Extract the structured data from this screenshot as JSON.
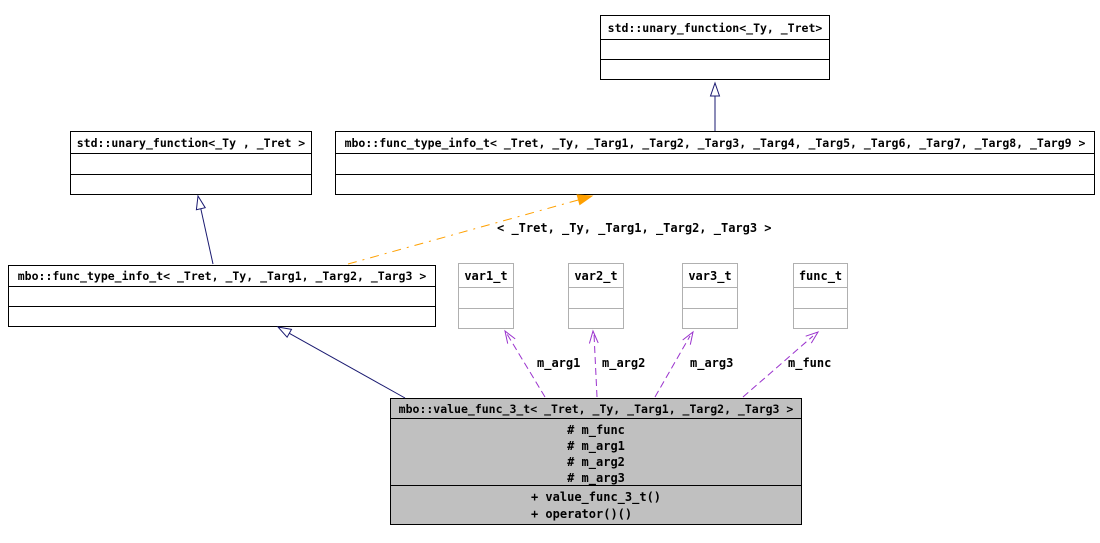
{
  "diagram": {
    "classes": {
      "std_unary_top": {
        "title": "std::unary_function<_Ty, _Tret>"
      },
      "std_unary_left": {
        "title": "std::unary_function<_Ty , _Tret >"
      },
      "func_type_info_full": {
        "title": "mbo::func_type_info_t< _Tret, _Ty, _Targ1, _Targ2, _Targ3, _Targ4, _Targ5, _Targ6, _Targ7, _Targ8, _Targ9 >"
      },
      "func_type_info_3": {
        "title": "mbo::func_type_info_t< _Tret, _Ty, _Targ1, _Targ2, _Targ3 >"
      },
      "var1": {
        "title": "var1_t"
      },
      "var2": {
        "title": "var2_t"
      },
      "var3": {
        "title": "var3_t"
      },
      "func": {
        "title": "func_t"
      },
      "value_func": {
        "title": "mbo::value_func_3_t< _Tret, _Ty, _Targ1, _Targ2, _Targ3 >",
        "fields": [
          "# m_func",
          "# m_arg1",
          "# m_arg2",
          "# m_arg3"
        ],
        "methods": [
          "+ value_func_3_t()",
          "+ operator()()"
        ]
      }
    },
    "edge_labels": {
      "template_args": "< _Tret, _Ty, _Targ1, _Targ2, _Targ3 >",
      "m_arg1": "m_arg1",
      "m_arg2": "m_arg2",
      "m_arg3": "m_arg3",
      "m_func": "m_func"
    },
    "colors": {
      "inheritance": "#191970",
      "template_relation": "#ffa000",
      "usage": "#9a32cd",
      "selected_fill": "#c0c0c0",
      "box_border": "#000000",
      "small_box_border": "#b0b0b0"
    }
  }
}
